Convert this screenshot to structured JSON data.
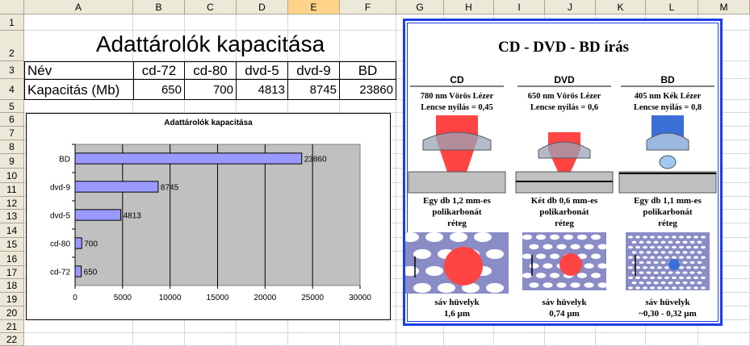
{
  "columns": [
    "A",
    "B",
    "C",
    "D",
    "E",
    "F",
    "G",
    "H",
    "I",
    "J",
    "K",
    "L",
    "M"
  ],
  "selected_column": "E",
  "rows": [
    "1",
    "2",
    "3",
    "4",
    "5",
    "6",
    "7",
    "8",
    "9",
    "10",
    "11",
    "12",
    "13",
    "14",
    "15",
    "16",
    "17",
    "18",
    "19",
    "20",
    "21",
    "22"
  ],
  "sheet": {
    "title": "Adattárolók kapacitása",
    "header_label": "Név",
    "value_label": "Kapacitás (Mb)",
    "items": [
      {
        "name": "cd-72",
        "value": "650"
      },
      {
        "name": "cd-80",
        "value": "700"
      },
      {
        "name": "dvd-5",
        "value": "4813"
      },
      {
        "name": "dvd-9",
        "value": "8745"
      },
      {
        "name": "BD",
        "value": "23860"
      }
    ]
  },
  "chart_data": {
    "type": "bar",
    "orientation": "horizontal",
    "title": "Adattárolók kapacitása",
    "categories": [
      "BD",
      "dvd-9",
      "dvd-5",
      "cd-80",
      "cd-72"
    ],
    "values": [
      23860,
      8745,
      4813,
      700,
      650
    ],
    "value_labels": [
      "23860",
      "8745",
      "4813",
      "700",
      "650"
    ],
    "xlim": [
      0,
      30000
    ],
    "xticks": [
      "0",
      "5000",
      "10000",
      "15000",
      "20000",
      "25000",
      "30000"
    ],
    "grid": true,
    "bar_color": "#9999ff",
    "plot_bg": "#c0c0c0"
  },
  "image": {
    "title": "CD - DVD - BD írás",
    "border_color": "#1b3ee8",
    "columns": [
      {
        "name": "CD",
        "laser": "780 nm Vörös Lézer",
        "lens": "Lencse nyilás = 0,45",
        "layer1": "Egy db 1,2 mm-es",
        "layer2": "polikarbonát",
        "layer3": "réteg",
        "track1": "sáv hüvelyk",
        "track2": "1,6 µm",
        "laser_color": "#ff4444"
      },
      {
        "name": "DVD",
        "laser": "650 nm Vörös Lézer",
        "lens": "Lencse nyilás = 0,6",
        "layer1": "Két db 0,6 mm-es",
        "layer2": "polikarbonát",
        "layer3": "réteg",
        "track1": "sáv hüvelyk",
        "track2": "0,74 µm",
        "laser_color": "#ff4444"
      },
      {
        "name": "BD",
        "laser": "405 nm Kék Lézer",
        "lens": "Lencse nyilás = 0,8",
        "layer1": "Egy db 1,1 mm-es",
        "layer2": "polikarbonát",
        "layer3": "réteg",
        "track1": "sáv hüvelyk",
        "track2": "~0,30 - 0,32 µm",
        "laser_color": "#3a6fd8"
      }
    ]
  }
}
